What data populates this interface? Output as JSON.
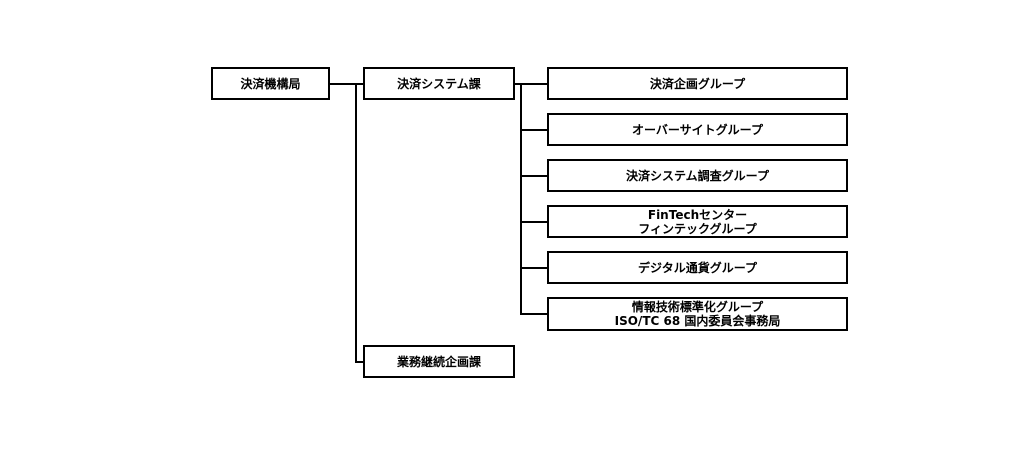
{
  "org_chart": {
    "bureau": {
      "label": "決済機構局"
    },
    "divisions": [
      {
        "label": "決済システム課",
        "groups": [
          {
            "lines": [
              "決済企画グループ"
            ]
          },
          {
            "lines": [
              "オーバーサイトグループ"
            ]
          },
          {
            "lines": [
              "決済システム調査グループ"
            ]
          },
          {
            "lines": [
              "FinTechセンター",
              "フィンテックグループ"
            ]
          },
          {
            "lines": [
              "デジタル通貨グループ"
            ]
          },
          {
            "lines": [
              "情報技術標準化グループ",
              "ISO/TC 68 国内委員会事務局"
            ]
          }
        ]
      },
      {
        "label": "業務継続企画課",
        "groups": []
      }
    ]
  }
}
